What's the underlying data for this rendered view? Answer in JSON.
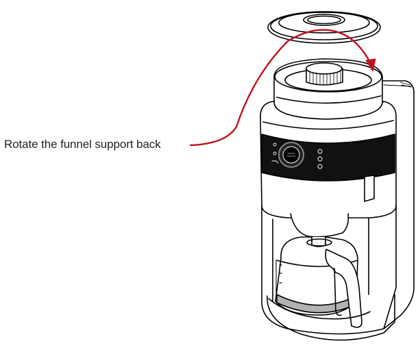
{
  "instruction": {
    "text": "Rotate the funnel support back"
  },
  "colors": {
    "arrow": "#c1121f",
    "outline": "#000000",
    "panel": "#111111",
    "carafe_band": "#b3b3b3"
  },
  "diagram": {
    "subject": "coffee-maker-with-grinder",
    "parts": [
      "lid",
      "funnel-support",
      "grinder-knob",
      "control-panel",
      "control-dial",
      "carafe",
      "carafe-handle",
      "base",
      "water-tank"
    ]
  }
}
